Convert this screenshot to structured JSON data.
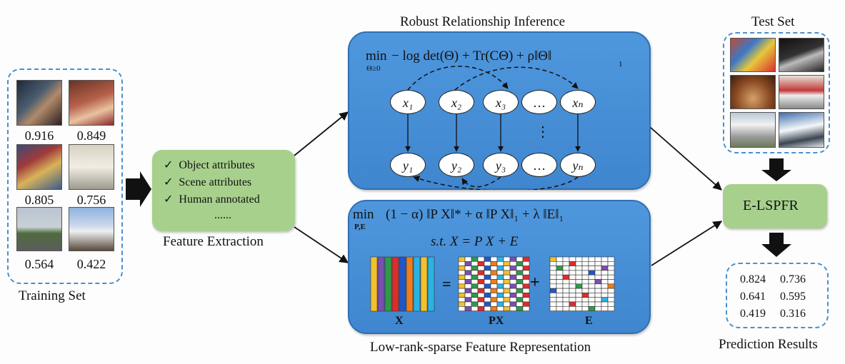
{
  "training": {
    "caption": "Training Set",
    "scores": [
      "0.916",
      "0.849",
      "0.805",
      "0.756",
      "0.564",
      "0.422"
    ]
  },
  "features": {
    "caption": "Feature Extraction",
    "items": [
      "Object attributes",
      "Scene attributes",
      "Human annotated"
    ],
    "more": "......",
    "check_glyph": "✓"
  },
  "inference": {
    "caption": "Robust Relationship Inference",
    "formula_min": "min",
    "formula_sub": "Θ≥0",
    "formula_body": "− log det(Θ) + Tr(CΘ) + ρ‖Θ‖",
    "formula_norm_sub": "1",
    "x_nodes": [
      "x₁",
      "x₂",
      "x₃",
      "…",
      "xₙ"
    ],
    "y_nodes": [
      "y₁",
      "y₂",
      "y₃",
      "…",
      "yₙ"
    ],
    "vdots": "⋮"
  },
  "lowrank": {
    "caption": "Low-rank-sparse Feature Representation",
    "formula_min": "min",
    "formula_sub": "P,E",
    "formula_body": "(1 − α) ‖P X‖* + α ‖P X‖₁ + λ ‖E‖₁",
    "constraint": "s.t.  X = P X + E",
    "label_x": "X",
    "label_px": "PX",
    "label_e": "E",
    "eq_sign": "=",
    "plus_sign": "+"
  },
  "test": {
    "caption": "Test Set"
  },
  "model": {
    "label": "E-LSPFR"
  },
  "prediction": {
    "caption": "Prediction Results",
    "rows": [
      [
        "0.824",
        "0.736"
      ],
      [
        "0.641",
        "0.595"
      ],
      [
        "0.419",
        "0.316"
      ]
    ]
  },
  "colors": {
    "panel_blue": "#4a92d9",
    "panel_green": "#a8d08d",
    "dash_blue": "#4a8fd1",
    "matrix_palette": [
      "#f2c12e",
      "#7a4fb0",
      "#2e9a48",
      "#e02b2b",
      "#2257c7",
      "#f07d1a",
      "#29b3e3",
      "#c0c0c0"
    ]
  }
}
